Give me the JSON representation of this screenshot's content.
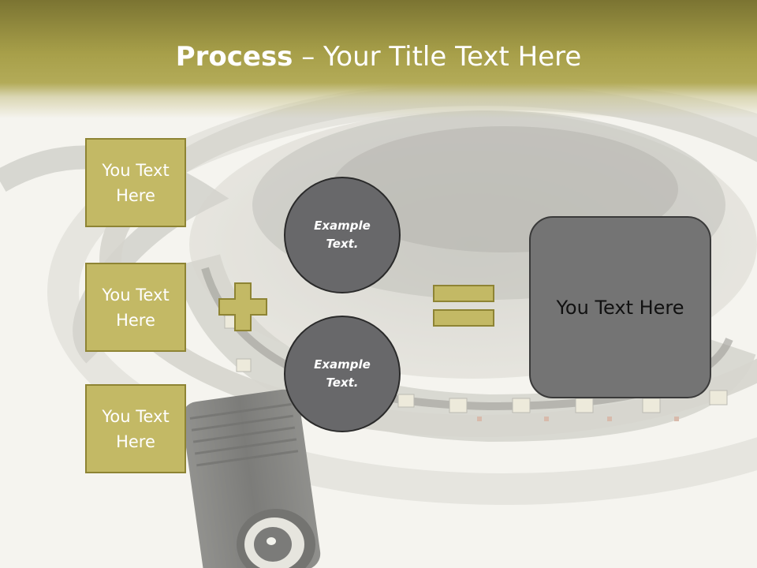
{
  "slide": {
    "title_bold": "Process",
    "title_rest": " – Your Title Text Here"
  },
  "boxes": [
    {
      "label": "You Text Here"
    },
    {
      "label": "You Text Here"
    },
    {
      "label": "You Text Here"
    }
  ],
  "circles": [
    {
      "label": "Example Text."
    },
    {
      "label": "Example Text."
    }
  ],
  "result": {
    "label": "You Text Here"
  },
  "colors": {
    "header": "#a79f49",
    "box_fill": "#c3b965",
    "box_border": "#8e8434",
    "circle_fill": "#68686a",
    "result_fill": "#747474"
  },
  "icons": [
    "plus-icon",
    "equals-icon"
  ]
}
